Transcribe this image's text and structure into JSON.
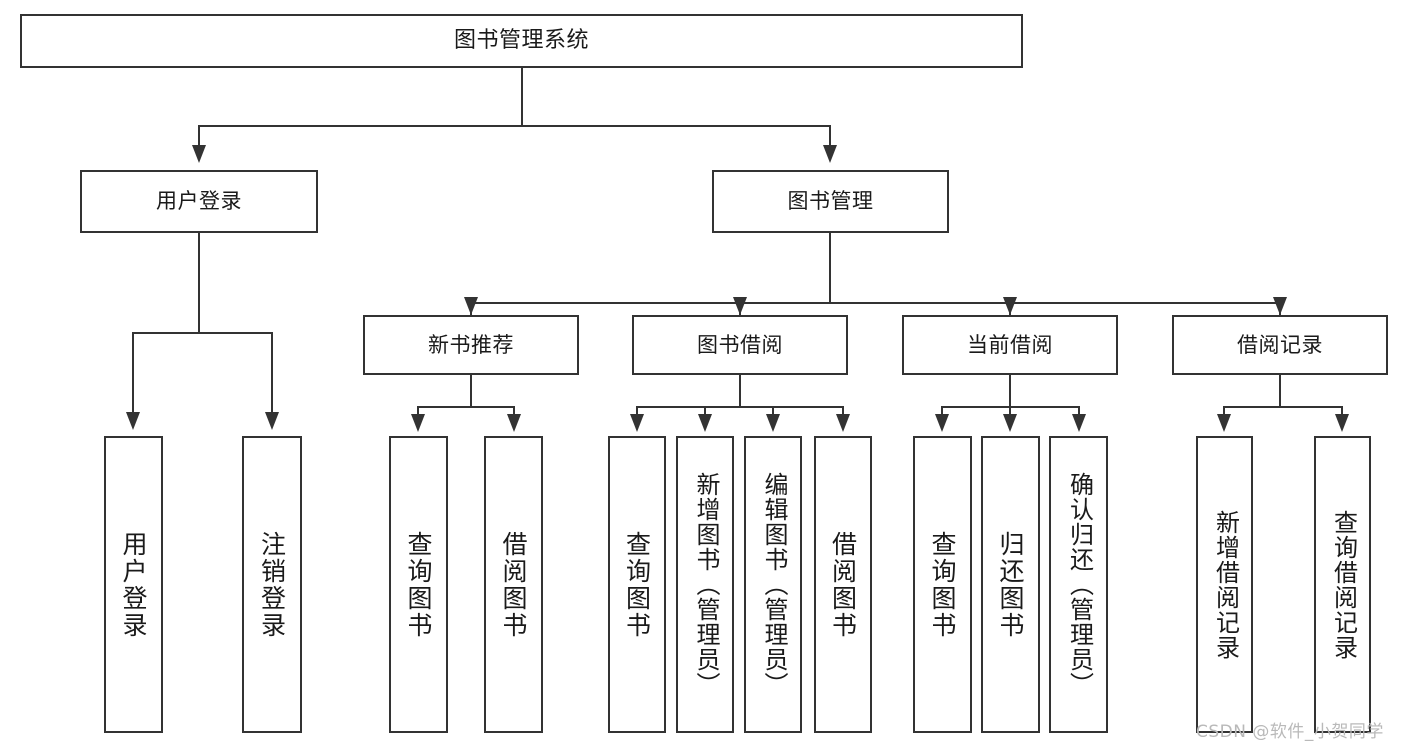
{
  "diagram": {
    "title_node": {
      "label": "图书管理系统"
    },
    "level2": [
      {
        "id": "user-login",
        "label": "用户登录"
      },
      {
        "id": "book-management",
        "label": "图书管理"
      }
    ],
    "level3": [
      {
        "id": "new-book-recommend",
        "label": "新书推荐"
      },
      {
        "id": "book-borrow",
        "label": "图书借阅"
      },
      {
        "id": "current-borrow",
        "label": "当前借阅"
      },
      {
        "id": "borrow-record",
        "label": "借阅记录"
      }
    ],
    "leaves": [
      {
        "id": "leaf-user-login",
        "label": "用户登录",
        "parent": "user-login"
      },
      {
        "id": "leaf-logout-login",
        "label": "注销登录",
        "parent": "user-login"
      },
      {
        "id": "leaf-query-book-1",
        "label": "查询图书",
        "parent": "new-book-recommend"
      },
      {
        "id": "leaf-borrow-book-1",
        "label": "借阅图书",
        "parent": "new-book-recommend"
      },
      {
        "id": "leaf-query-book-2",
        "label": "查询图书",
        "parent": "book-borrow"
      },
      {
        "id": "leaf-add-book",
        "label": "新增图书（管理员）",
        "parent": "book-borrow"
      },
      {
        "id": "leaf-edit-book",
        "label": "编辑图书（管理员）",
        "parent": "book-borrow"
      },
      {
        "id": "leaf-borrow-book-2",
        "label": "借阅图书",
        "parent": "book-borrow"
      },
      {
        "id": "leaf-query-book-3",
        "label": "查询图书",
        "parent": "current-borrow"
      },
      {
        "id": "leaf-return-book",
        "label": "归还图书",
        "parent": "current-borrow"
      },
      {
        "id": "leaf-confirm-return",
        "label": "确认归还（管理员）",
        "parent": "current-borrow"
      },
      {
        "id": "leaf-add-record",
        "label": "新增借阅记录",
        "parent": "borrow-record"
      },
      {
        "id": "leaf-query-record",
        "label": "查询借阅记录",
        "parent": "borrow-record"
      }
    ]
  },
  "watermark": {
    "text": "CSDN @软件_小贺同学"
  },
  "colors": {
    "stroke": "#333333",
    "background": "#ffffff",
    "text": "#1a1a1a",
    "watermark": "#b9b9b9"
  }
}
